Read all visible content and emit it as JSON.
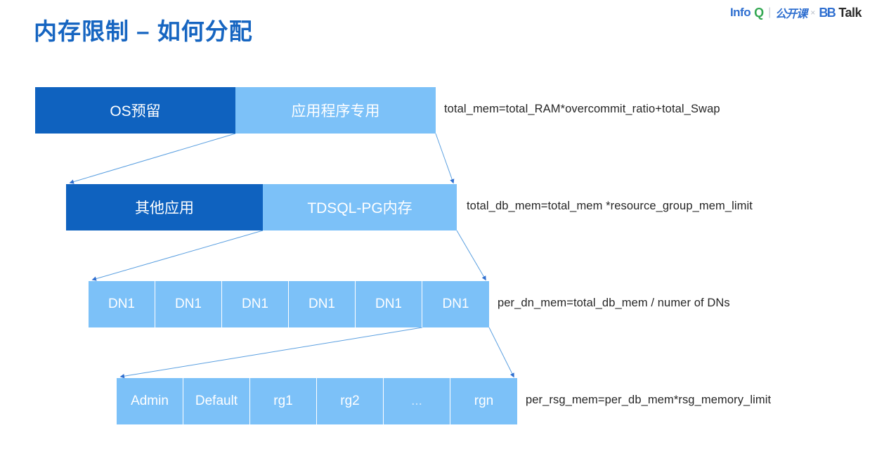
{
  "slide": {
    "title": "内存限制 – 如何分配",
    "background": "#ffffff",
    "accent_dark": "#0f62bf",
    "accent_light": "#7cc1f8",
    "title_color": "#1665c1"
  },
  "logo": {
    "info": "Info",
    "q": "Q",
    "divider": "|",
    "gongkaike": "公开课",
    "cross": "×",
    "bb": "BB",
    "talk": "Talk"
  },
  "diagram": {
    "rows": [
      {
        "id": "row1",
        "segments": [
          {
            "label": "OS预留",
            "style": "dark"
          },
          {
            "label": "应用程序专用",
            "style": "light"
          }
        ],
        "formula": "total_mem=total_RAM*overcommit_ratio+total_Swap"
      },
      {
        "id": "row2",
        "segments": [
          {
            "label": "其他应用",
            "style": "dark"
          },
          {
            "label": "TDSQL-PG内存",
            "style": "light"
          }
        ],
        "formula": "total_db_mem=total_mem *resource_group_mem_limit"
      },
      {
        "id": "row3",
        "segments": [
          {
            "label": "DN1",
            "style": "cell"
          },
          {
            "label": "DN1",
            "style": "cell"
          },
          {
            "label": "DN1",
            "style": "cell"
          },
          {
            "label": "DN1",
            "style": "cell"
          },
          {
            "label": "DN1",
            "style": "cell"
          },
          {
            "label": "DN1",
            "style": "cell"
          }
        ],
        "formula": "per_dn_mem=total_db_mem / numer of DNs"
      },
      {
        "id": "row4",
        "segments": [
          {
            "label": "Admin",
            "style": "cell"
          },
          {
            "label": "Default",
            "style": "cell"
          },
          {
            "label": "rg1",
            "style": "cell"
          },
          {
            "label": "rg2",
            "style": "cell"
          },
          {
            "label": "...",
            "style": "cell-dim"
          },
          {
            "label": "rgn",
            "style": "cell"
          }
        ],
        "formula": "per_rsg_mem=per_db_mem*rsg_memory_limit"
      }
    ]
  }
}
